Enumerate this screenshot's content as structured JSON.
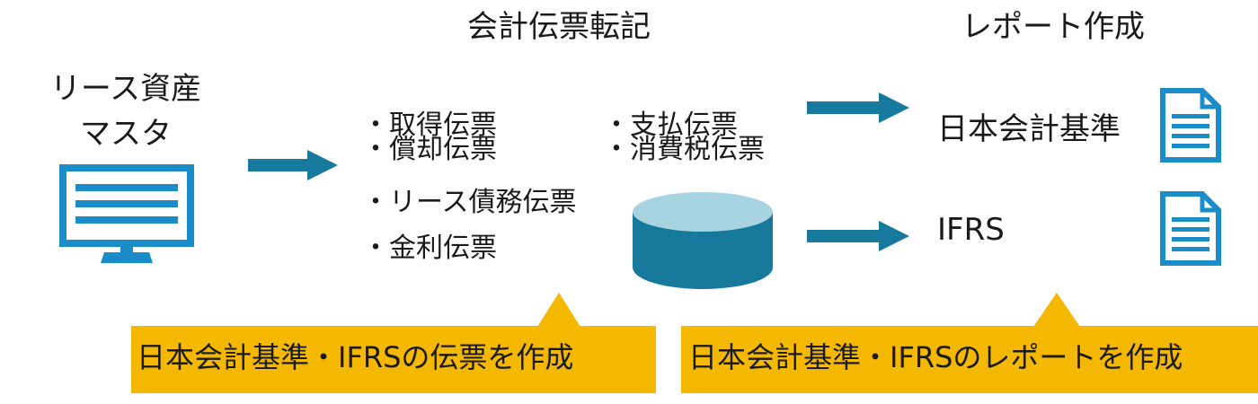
{
  "headings": {
    "journal_posting": "会計伝票転記",
    "report_creation": "レポート作成"
  },
  "lease_master": {
    "line1": "リース資産",
    "line2": "マスタ"
  },
  "vouchers": {
    "left": [
      "・取得伝票",
      "・償却伝票",
      "・リース債務伝票",
      "・金利伝票"
    ],
    "right": [
      "・支払伝票",
      "・消費税伝票"
    ]
  },
  "reports": {
    "jgaap": "日本会計基準",
    "ifrs": "IFRS"
  },
  "callouts": {
    "vouchers": "日本会計基準・IFRSの伝票を作成",
    "reports": "日本会計基準・IFRSのレポートを作成"
  },
  "icons": {
    "monitor": "monitor-icon",
    "database": "database-icon",
    "document": "document-icon"
  },
  "colors": {
    "accent_blue": "#1a8cc7",
    "arrow_teal": "#177a9c",
    "db_top": "#a8d4e2",
    "db_body": "#177a9c",
    "callout_yellow": "#f5b800"
  }
}
